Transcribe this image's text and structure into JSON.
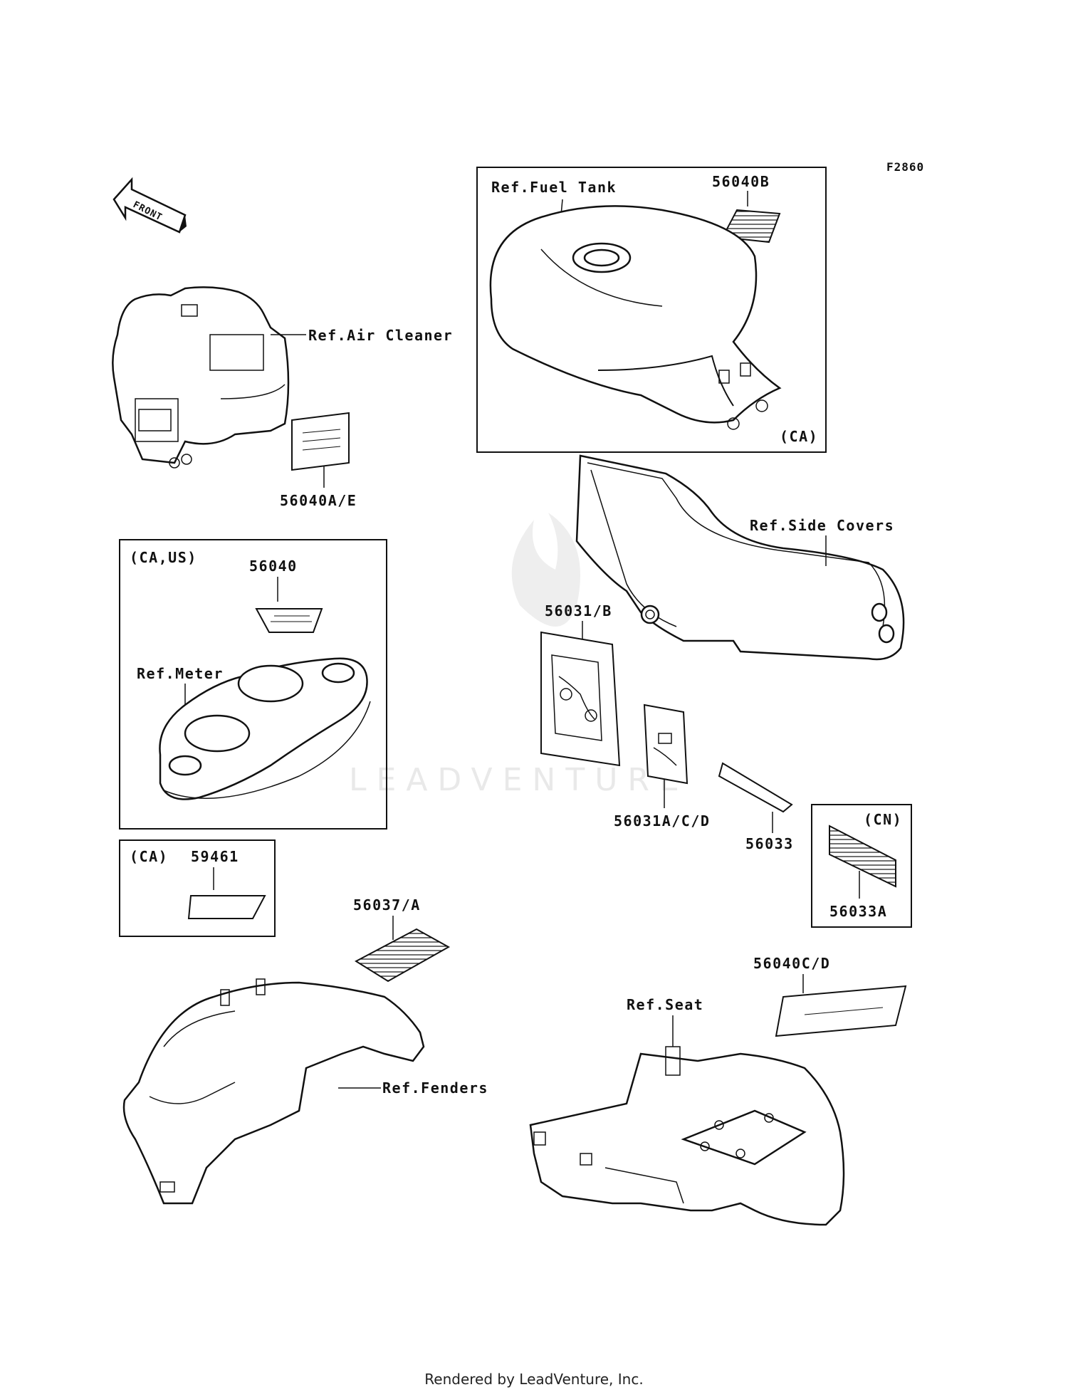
{
  "figure_code": "F2860",
  "front_arrow": "FRONT",
  "labels": {
    "fuel_tank": "Ref.Fuel Tank",
    "air_cleaner": "Ref.Air Cleaner",
    "side_covers": "Ref.Side Covers",
    "meter": "Ref.Meter",
    "fenders": "Ref.Fenders",
    "seat": "Ref.Seat"
  },
  "parts": {
    "p56040B": "56040B",
    "p56040AE": "56040A/E",
    "p56040": "56040",
    "p59461": "59461",
    "p56031B": "56031/B",
    "p56031ACD": "56031A/C/D",
    "p56033": "56033",
    "p56033A": "56033A",
    "p56037A": "56037/A",
    "p56040CD": "56040C/D"
  },
  "regions": {
    "tank_box": "(CA)",
    "meter_box": "(CA,US)",
    "ca_box": "(CA)",
    "cn_box": "(CN)"
  },
  "watermark": "LEADVENTURE",
  "footer": "Rendered by LeadVenture, Inc."
}
